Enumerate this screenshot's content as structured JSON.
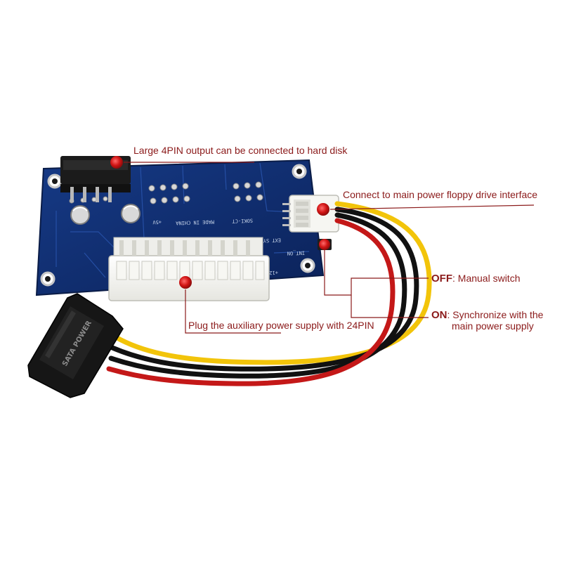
{
  "callouts": {
    "hdd_output": "Large 4PIN output can be connected to hard disk",
    "floppy_input": "Connect to main power floppy drive interface",
    "off_state": "OFF",
    "off_desc": ": Manual switch",
    "on_state": "ON",
    "on_desc_line1": ": Synchronize with the",
    "on_desc_line2": "main power supply",
    "atx24": "Plug the auxiliary power supply with 24PIN"
  },
  "board_silkscreen": {
    "model": "SOKI-CT",
    "made_in": "MADE IN CHINA",
    "sync_ext": "EXT SYNC_ON",
    "sync_int": "INT_ON",
    "rail_12v": "+12V",
    "rail_5v": "+5V"
  },
  "sata_text": "SATA POWER",
  "colors": {
    "pcb": "#0f2b6b",
    "callout": "#8b1a1a",
    "marker": "#c8102e",
    "wire_yellow": "#f2c40a",
    "wire_red": "#c41818",
    "wire_black": "#111111"
  }
}
